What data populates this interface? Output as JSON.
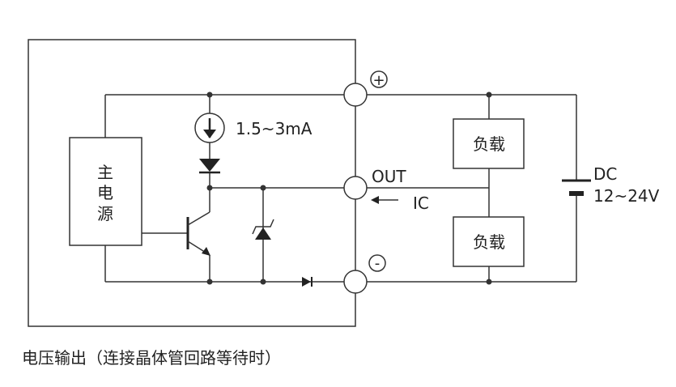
{
  "diagram": {
    "power_supply_label": [
      "主",
      "电",
      "源"
    ],
    "current_source_label": "1.5~3mA",
    "terminals": {
      "positive": "+",
      "out": "OUT",
      "negative": "-"
    },
    "current_label": "IC",
    "load_labels": [
      "负载",
      "负载"
    ],
    "dc_supply": {
      "label": "DC",
      "voltage": "12~24V"
    }
  },
  "caption": "电压输出（连接晶体管回路等待时）"
}
